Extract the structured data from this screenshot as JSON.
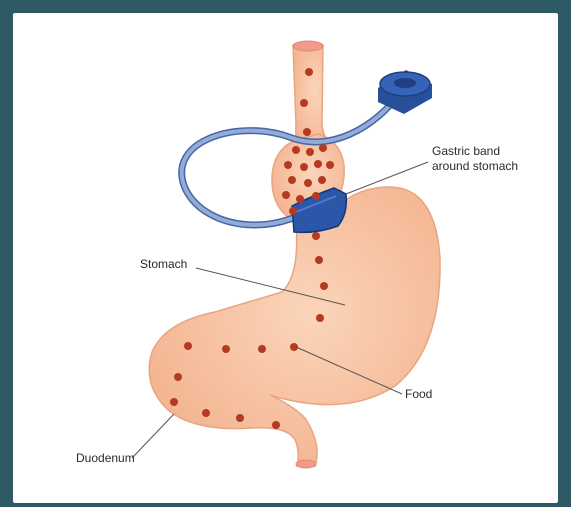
{
  "figure": {
    "labels": {
      "band_line1": "Gastric band",
      "band_line2": "around stomach",
      "stomach": "Stomach",
      "food": "Food",
      "duodenum": "Duodenum"
    },
    "colors": {
      "backdrop": "#2e5a66",
      "panel": "#ffffff",
      "tissue": "#f8c3a1",
      "tissue_outline": "#e9a582",
      "food": "#b53a22",
      "band": "#2c57a8",
      "tube": "#7a97cc",
      "port": "#2f5db0"
    }
  }
}
